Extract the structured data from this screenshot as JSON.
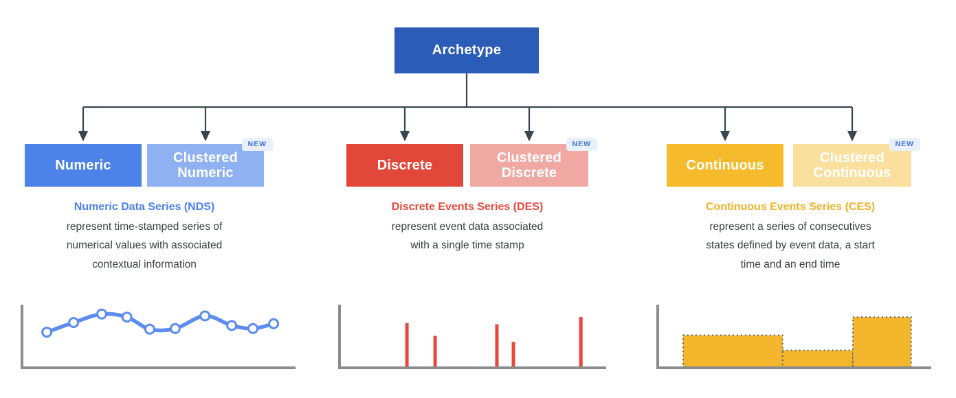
{
  "root": {
    "label": "Archetype",
    "color": "#2b5cb8"
  },
  "badge": {
    "label": "NEW",
    "bg": "#e8f0fd",
    "color": "#3e6fd9"
  },
  "groups": [
    {
      "primary": {
        "label": "Numeric",
        "color": "#4d82e8"
      },
      "clustered": {
        "label": "Clustered Numeric",
        "color": "#8fb0f1"
      },
      "title": "Numeric Data Series (NDS)",
      "title_color": "#4a80ee",
      "description": [
        "represent time-stamped series of",
        "numerical values with associated",
        "contextual information"
      ]
    },
    {
      "primary": {
        "label": "Discrete",
        "color": "#e2483a"
      },
      "clustered": {
        "label": "Clustered Discrete",
        "color": "#f0a9a2"
      },
      "title": "Discrete Events Series (DES)",
      "title_color": "#e8483b",
      "description": [
        "represent event data associated",
        "with a single time stamp"
      ]
    },
    {
      "primary": {
        "label": "Continuous",
        "color": "#f5bb2d"
      },
      "clustered": {
        "label": "Clustered Continuous",
        "color": "#f9e09e"
      },
      "title": "Continuous Events Series (CES)",
      "title_color": "#f2b227",
      "description": [
        "represent a series of consecutives",
        "states defined by event data, a start",
        "time and an end time"
      ]
    }
  ],
  "chart_data": [
    {
      "type": "line",
      "series": [
        {
          "name": "numeric-series",
          "color": "#5b8cf0",
          "x": [
            7.8,
            17.9,
            28.5,
            38,
            46.6,
            56.2,
            67.4,
            77.5,
            85.5,
            93.3
          ],
          "y": [
            59,
            75,
            89,
            84,
            64,
            65,
            86,
            70,
            65,
            73
          ]
        }
      ],
      "marker_fill": "#ffffff",
      "axis_color": "#8c8c8c",
      "xlim": [
        0,
        100
      ],
      "ylim": [
        0,
        100
      ],
      "grid": false,
      "legend": false
    },
    {
      "type": "spike",
      "series": [
        {
          "name": "discrete-events",
          "color": "#e8473c",
          "x": [
            24.5,
            35.4,
            59.3,
            65.7,
            91.8
          ],
          "y": [
            74,
            53,
            72,
            43,
            84
          ]
        }
      ],
      "axis_color": "#8c8c8c",
      "xlim": [
        0,
        100
      ],
      "ylim": [
        0,
        100
      ],
      "grid": false,
      "legend": false
    },
    {
      "type": "state-blocks",
      "series": [
        {
          "name": "continuous-states",
          "color": "#f4b62c",
          "border_color": "#5f6368",
          "segments": [
            {
              "start": 8,
              "end": 45.5,
              "level": 54
            },
            {
              "start": 45.5,
              "end": 72,
              "level": 29
            },
            {
              "start": 72,
              "end": 94,
              "level": 84
            }
          ]
        }
      ],
      "axis_color": "#8c8c8c",
      "xlim": [
        0,
        100
      ],
      "ylim": [
        0,
        100
      ],
      "grid": false,
      "legend": false
    }
  ]
}
